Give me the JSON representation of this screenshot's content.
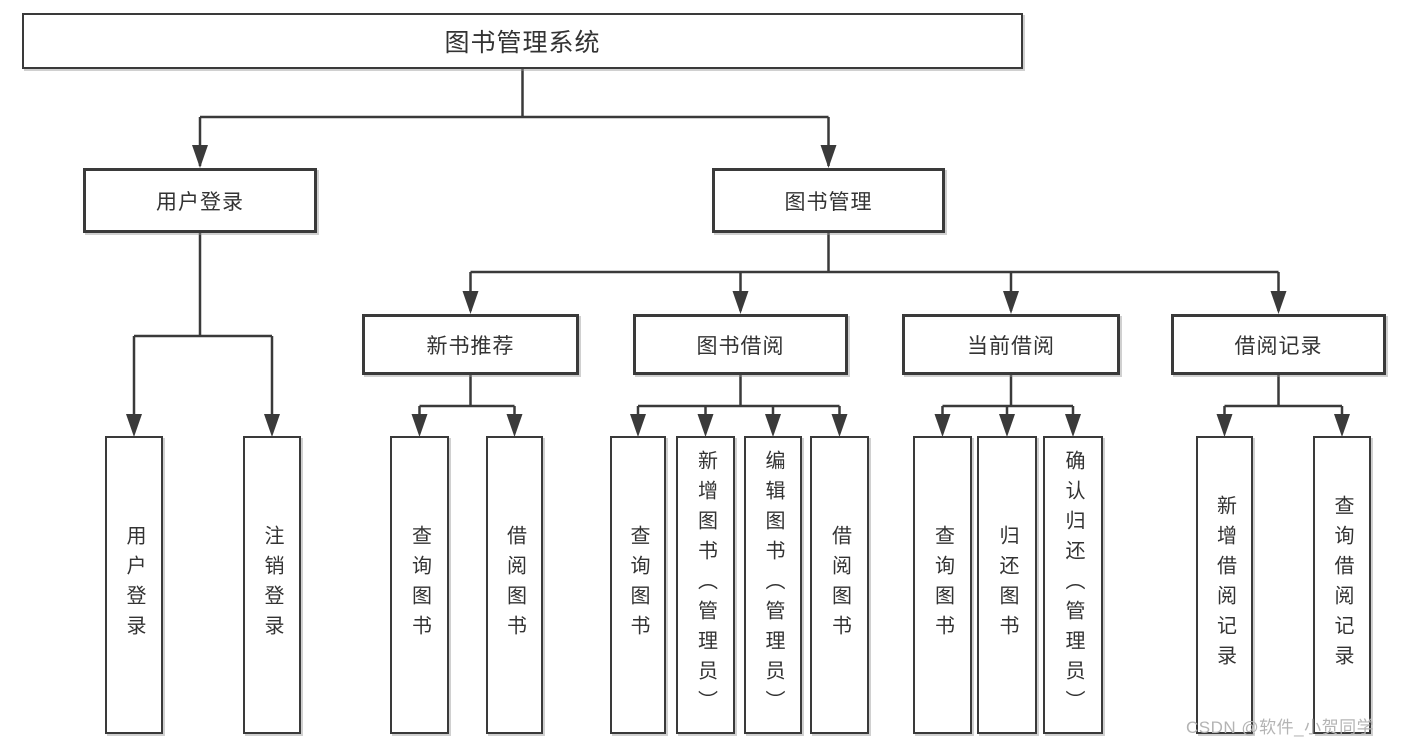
{
  "diagram": {
    "title": "图书管理系统",
    "tree": {
      "root": {
        "label": "图书管理系统"
      },
      "branches": [
        {
          "label": "用户登录",
          "children": [
            {
              "label": "用户登录"
            },
            {
              "label": "注销登录"
            }
          ]
        },
        {
          "label": "图书管理",
          "sections": [
            {
              "label": "新书推荐",
              "children": [
                {
                  "label": "查询图书"
                },
                {
                  "label": "借阅图书"
                }
              ]
            },
            {
              "label": "图书借阅",
              "children": [
                {
                  "label": "查询图书"
                },
                {
                  "label": "新增图书（管理员）"
                },
                {
                  "label": "编辑图书（管理员）"
                },
                {
                  "label": "借阅图书"
                }
              ]
            },
            {
              "label": "当前借阅",
              "children": [
                {
                  "label": "查询图书"
                },
                {
                  "label": "归还图书"
                },
                {
                  "label": "确认归还（管理员）"
                }
              ]
            },
            {
              "label": "借阅记录",
              "children": [
                {
                  "label": "新增借阅记录"
                },
                {
                  "label": "查询借阅记录"
                }
              ]
            }
          ]
        }
      ]
    },
    "watermark": "CSDN @软件_小贺同学",
    "colors": {
      "line": "#3a3a3a",
      "border": "#3a3a3a",
      "text": "#333333",
      "watermark": "#b4b4b4",
      "background": "#ffffff"
    }
  }
}
